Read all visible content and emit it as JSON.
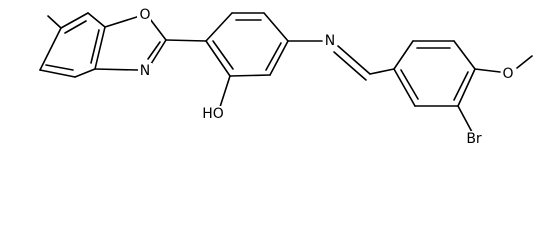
{
  "diagram": {
    "atom_labels": {
      "oxazole_oxygen": "O",
      "oxazole_nitrogen": "N",
      "imine_nitrogen": "N",
      "hydroxyl": "HO",
      "methoxy_oxygen": "O",
      "bromine": "Br"
    }
  }
}
